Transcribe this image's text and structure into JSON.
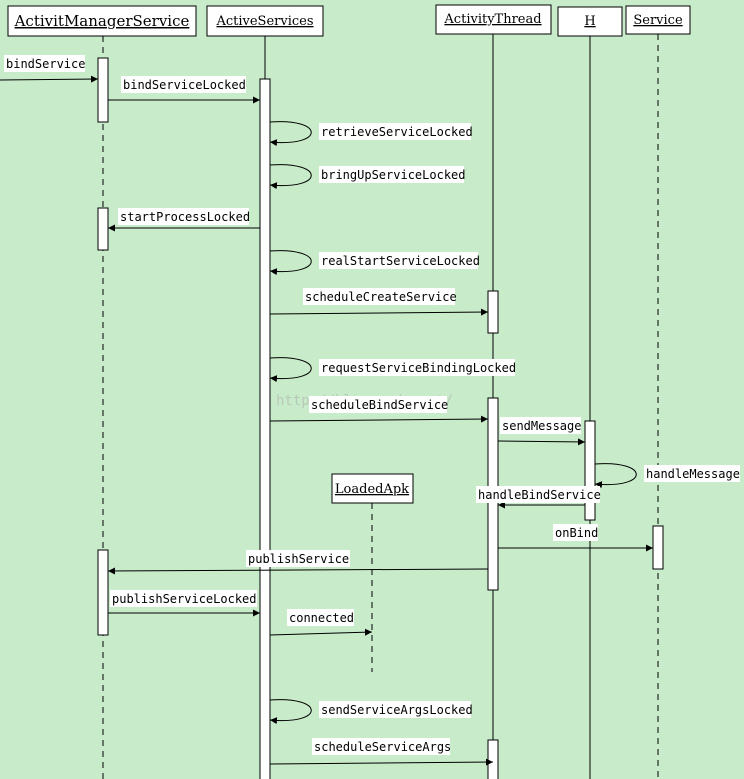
{
  "participants": {
    "ams": "ActivitManagerService",
    "active_services": "ActiveServices",
    "activity_thread": "ActivityThread",
    "h": "H",
    "service": "Service",
    "loaded_apk": "LoadedApk"
  },
  "messages": {
    "bind_service": "bindService",
    "bind_service_locked": "bindServiceLocked",
    "retrieve_service_locked": "retrieveServiceLocked",
    "bring_up_service_locked": "bringUpServiceLocked",
    "start_process_locked": "startProcessLocked",
    "real_start_service_locked": "realStartServiceLocked",
    "schedule_create_service": "scheduleCreateService",
    "request_service_binding_locked": "requestServiceBindingLocked",
    "schedule_bind_service": "scheduleBindService",
    "send_message": "sendMessage",
    "handle_message": "handleMessage",
    "handle_bind_service": "handleBindService",
    "on_bind": "onBind",
    "publish_service": "publishService",
    "publish_service_locked": "publishServiceLocked",
    "connected": "connected",
    "send_service_args_locked": "sendServiceArgsLocked",
    "schedule_service_args": "scheduleServiceArgs"
  },
  "watermark": "http://blog.csdn.net/"
}
